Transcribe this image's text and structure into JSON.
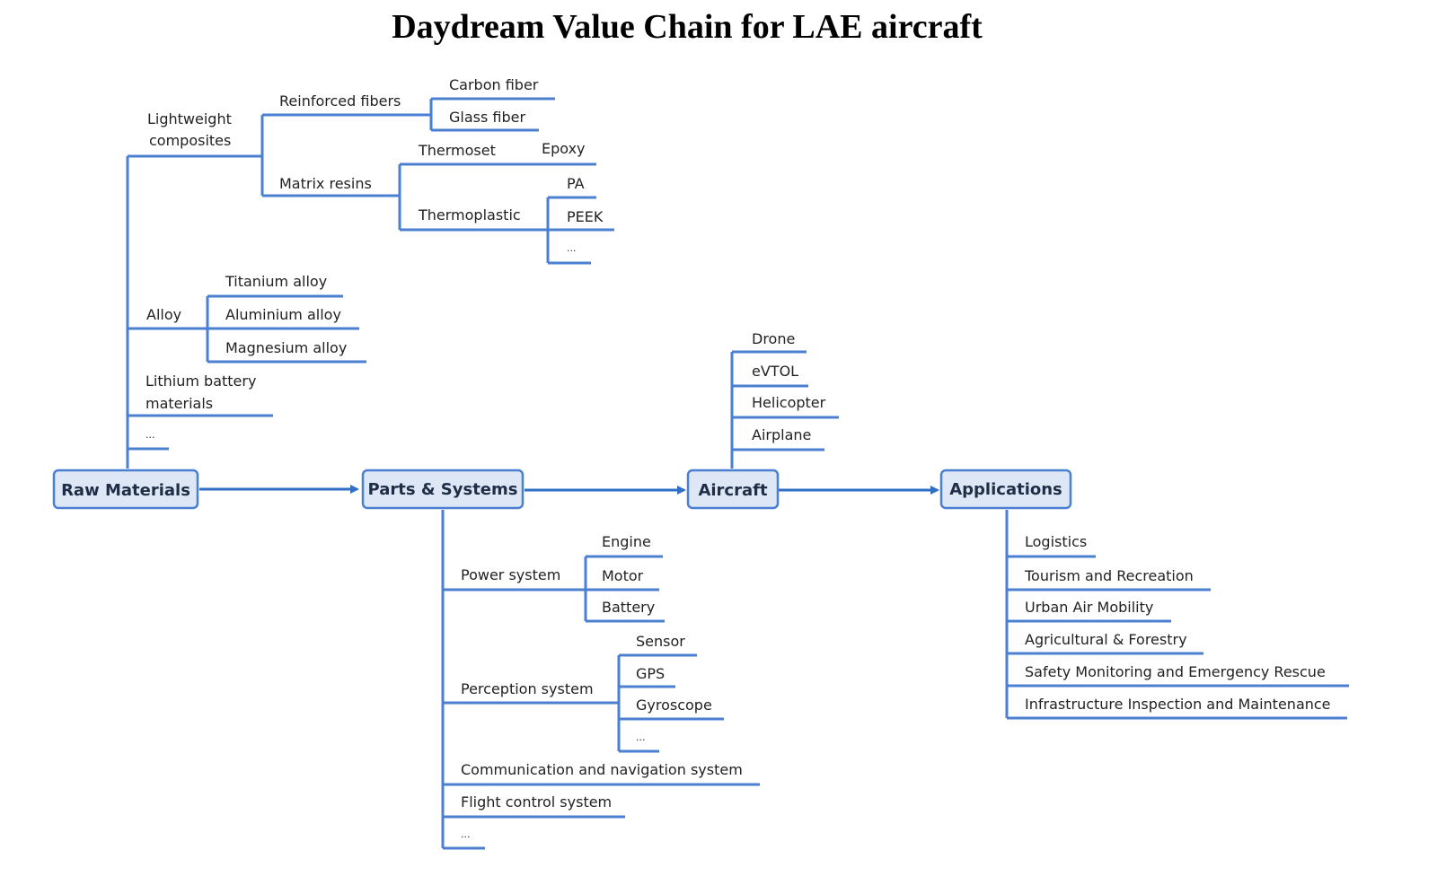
{
  "title": "Daydream Value Chain for LAE aircraft",
  "colors": {
    "line": "#4a7fd1",
    "arrow": "#2f6fc4",
    "box_fill": "#dde7f5",
    "text": "#222222"
  },
  "main_nodes": {
    "raw_materials": "Raw Materials",
    "parts_systems": "Parts & Systems",
    "aircraft": "Aircraft",
    "applications": "Applications"
  },
  "raw_materials": {
    "lightweight_composites": {
      "line1": "Lightweight",
      "line2": "composites"
    },
    "reinforced_fibers": "Reinforced fibers",
    "carbon_fiber": "Carbon fiber",
    "glass_fiber": "Glass fiber",
    "matrix_resins": "Matrix resins",
    "thermoset": "Thermoset",
    "epoxy": "Epoxy",
    "thermoplastic": "Thermoplastic",
    "pa": "PA",
    "peek": "PEEK",
    "thermoplastic_more": "...",
    "alloy": "Alloy",
    "titanium_alloy": "Titanium alloy",
    "aluminium_alloy": "Aluminium alloy",
    "magnesium_alloy": "Magnesium alloy",
    "lithium_battery": {
      "line1": "Lithium battery",
      "line2": "materials"
    },
    "more": "..."
  },
  "aircraft": {
    "drone": "Drone",
    "evtol": "eVTOL",
    "helicopter": "Helicopter",
    "airplane": "Airplane"
  },
  "parts_systems": {
    "power_system": "Power system",
    "engine": "Engine",
    "motor": "Motor",
    "battery": "Battery",
    "perception_system": "Perception system",
    "sensor": "Sensor",
    "gps": "GPS",
    "gyroscope": "Gyroscope",
    "perception_more": "...",
    "communication": "Communication and navigation system",
    "flight_control": "Flight control system",
    "more": "..."
  },
  "applications": {
    "logistics": "Logistics",
    "tourism": "Tourism and Recreation",
    "urban_air": "Urban Air Mobility",
    "agricultural": "Agricultural & Forestry",
    "safety": "Safety Monitoring and Emergency Rescue",
    "infrastructure": "Infrastructure Inspection and Maintenance"
  }
}
